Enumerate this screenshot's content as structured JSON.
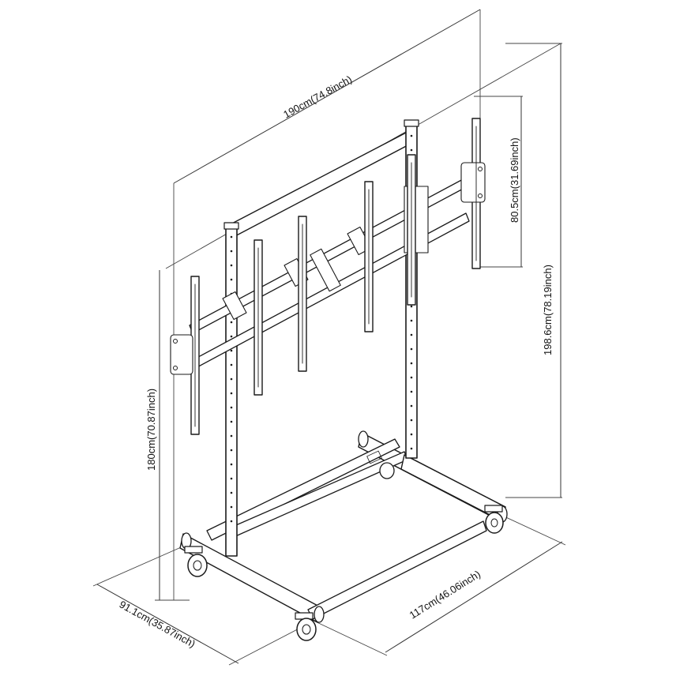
{
  "dimensions": {
    "total_width": "190cm(74.8inch)",
    "mount_height": "80.5cm(31.69inch)",
    "total_height": "198.6cm(78.19inch)",
    "min_height": "180cm(70.87inch)",
    "base_width": "117cm(46.06inch)",
    "base_depth": "91.1cm(35.87inch)"
  },
  "colors": {
    "ink": "#1a1a1a",
    "background": "#ffffff"
  },
  "icons": [
    "caster-wheel-icon"
  ]
}
